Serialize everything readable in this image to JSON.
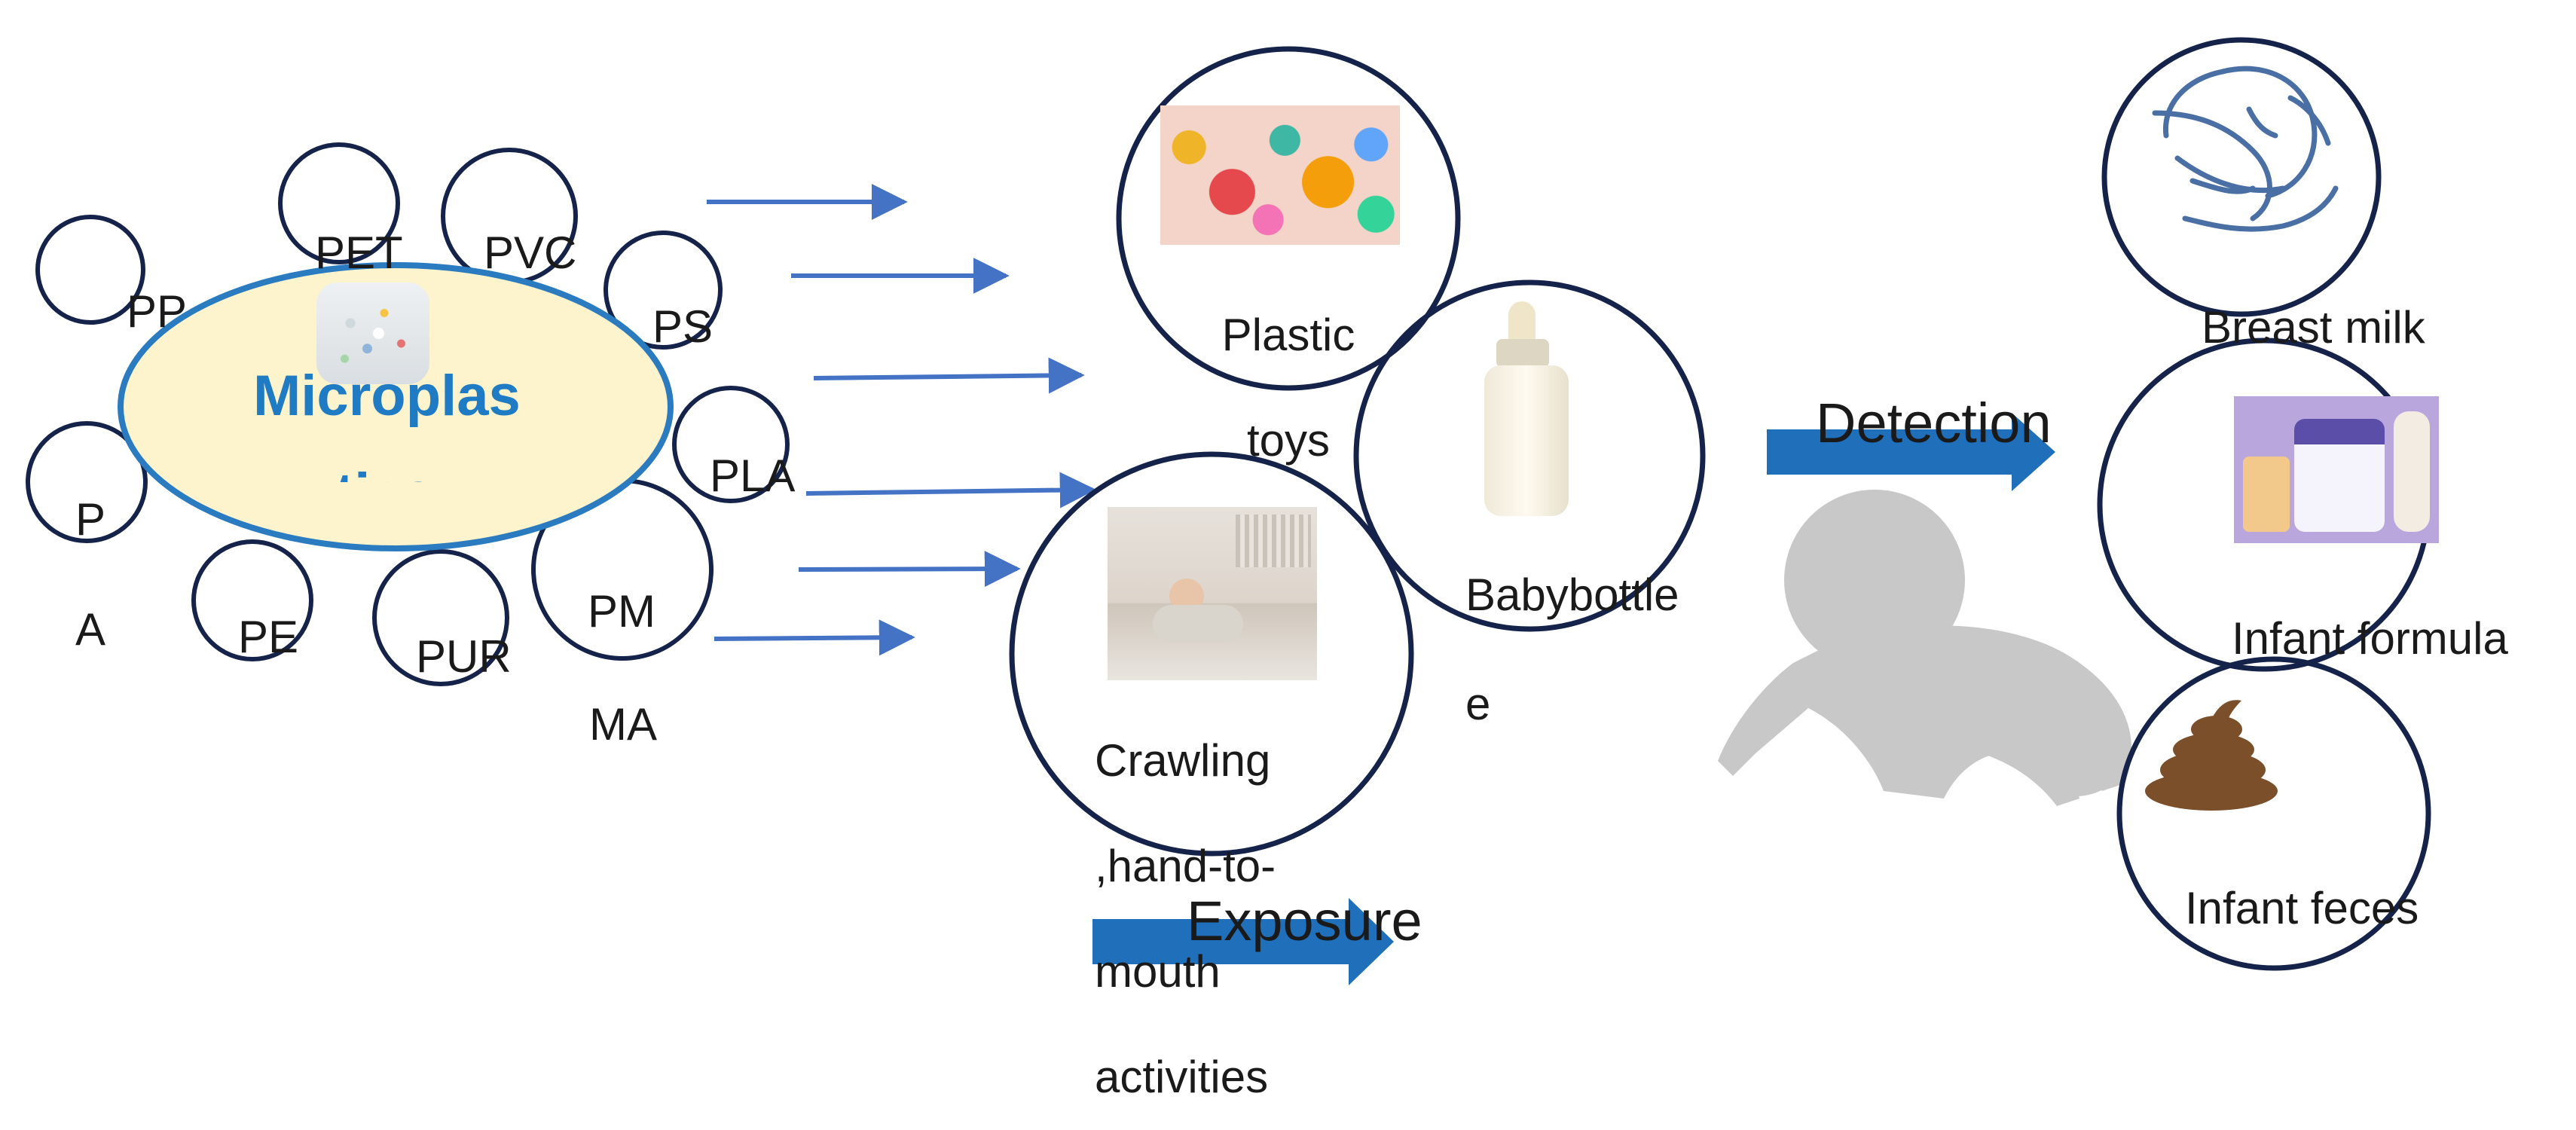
{
  "center": {
    "title": "Microplas",
    "title_cut": "tics",
    "fill": "#fdf3cc",
    "stroke": "#2a7bbf",
    "image_icon": "microplastic-pellets-icon"
  },
  "polymers": {
    "pp": "PP",
    "pet": "PET",
    "pvc": "PVC",
    "ps": "PS",
    "pla": "PLA",
    "pa_1": "P",
    "pa_2": "A",
    "pe": "PE",
    "pur": "PUR",
    "pmma_1": "PM",
    "pmma_2": "MA"
  },
  "sources": {
    "toys": "Plastic toys",
    "bottle": "Babybottle",
    "bottle_cut": "e",
    "crawling": "Crawling ,hand-to-mouth activities"
  },
  "flow": {
    "exposure": "Exposure",
    "detection": "Detection"
  },
  "samples": {
    "breast_milk": "Breast milk",
    "formula": "Infant formula",
    "feces": "Infant feces"
  },
  "colors": {
    "circle_stroke": "#15234a",
    "thin_arrow": "#4472c4",
    "block_arrow": "#1f6fbb",
    "baby_silhouette": "#c8c8c8",
    "feces": "#7a4f2a"
  },
  "icons": {
    "toys": "plastic-toys-photo",
    "bottle": "baby-bottle-photo",
    "crawling": "crawling-baby-photo",
    "breast_milk": "breastfeeding-sketch-icon",
    "formula": "infant-formula-photo",
    "feces": "feces-icon",
    "baby": "crawling-baby-silhouette"
  }
}
